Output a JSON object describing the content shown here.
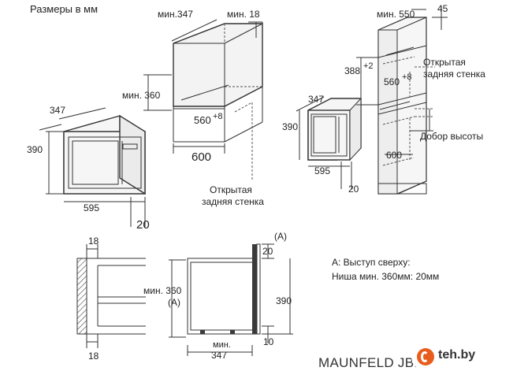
{
  "title": "Размеры в мм",
  "labels": {
    "min347_top": "мин.347",
    "min18_top": "мин. 18",
    "min550": "мин. 550",
    "v45": "45",
    "d347_left": "347",
    "d390_left": "390",
    "d595_left": "595",
    "d20_left": "20",
    "min360": "мин. 360",
    "d560_mid": "560",
    "sup8_mid": "+8",
    "d600_mid": "600",
    "open_back_1": "Открытая",
    "open_back_2": "задняя стенка",
    "d347_right": "347",
    "d390_right": "390",
    "d595_right": "595",
    "d20_right": "20",
    "d388": "388",
    "sup2": "+2",
    "d560_right": "560",
    "sup8_right": "+8",
    "d600_right": "600",
    "open_back_r1": "Открытая",
    "open_back_r2": "задняя стенка",
    "height_add": "Добор высоты",
    "d18_top": "18",
    "d18_bottom": "18",
    "min360_side": "мин. 360",
    "a_side": "(A)",
    "a_top": "(A)",
    "d20_side": "20",
    "d390_side": "390",
    "d10_side": "10",
    "min_bottom": "мин.",
    "d347_bottom": "347",
    "note_a": "A: Выступ сверху:",
    "note_niche": "Ниша мин. 360мм: 20мм"
  },
  "model": "MAUNFELD JBMO.20.5GB",
  "watermark": "teh.by",
  "colors": {
    "line": "#333333",
    "dark": "#3a3a3a",
    "logo": "#e85d1c"
  }
}
